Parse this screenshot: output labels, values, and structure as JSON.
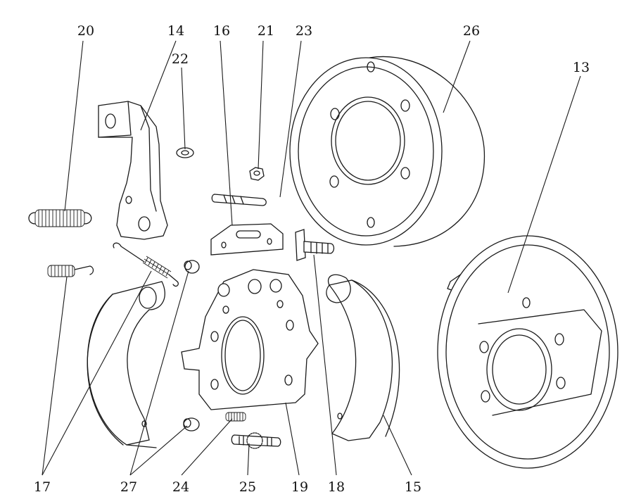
{
  "labels": {
    "l13": "13",
    "l14": "14",
    "l15": "15",
    "l16": "16",
    "l17": "17",
    "l18": "18",
    "l19": "19",
    "l20": "20",
    "l21": "21",
    "l22": "22",
    "l23": "23",
    "l24": "24",
    "l25": "25",
    "l26": "26",
    "l27": "27"
  },
  "colors": {
    "line": "#1a1a1a",
    "background": "#ffffff"
  }
}
